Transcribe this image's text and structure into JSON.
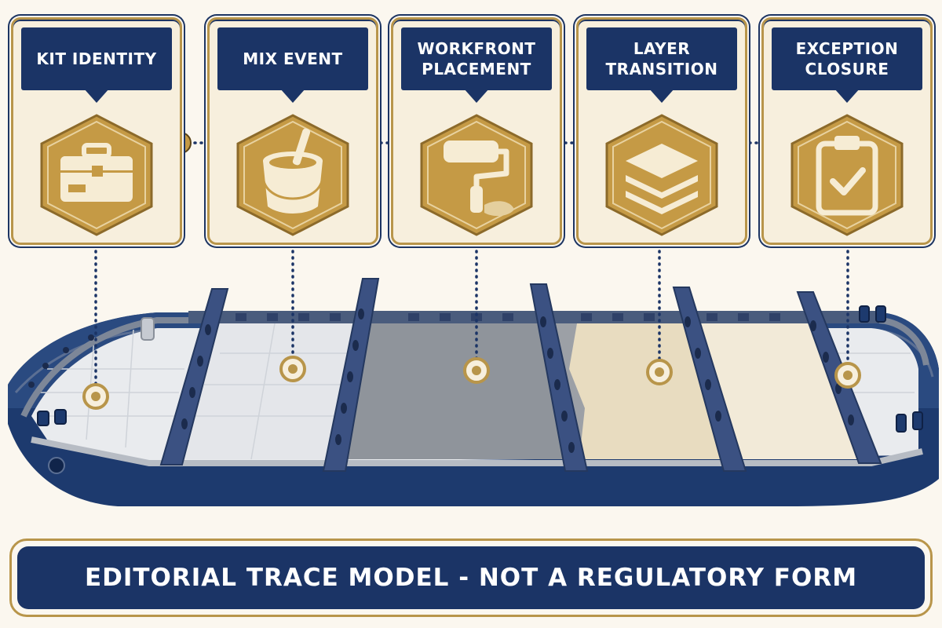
{
  "steps": [
    {
      "label": "KIT IDENTITY",
      "icon": "toolbox-icon"
    },
    {
      "label": "MIX EVENT",
      "icon": "paint-bucket-icon"
    },
    {
      "label": "WORKFRONT PLACEMENT",
      "icon": "paint-roller-icon"
    },
    {
      "label": "LAYER TRANSITION",
      "icon": "layers-icon"
    },
    {
      "label": "EXCEPTION CLOSURE",
      "icon": "clipboard-check-icon"
    }
  ],
  "footer": {
    "label": "EDITORIAL TRACE MODEL - NOT A REGULATORY FORM"
  },
  "colors": {
    "navy": "#1b3466",
    "gold": "#b8954a",
    "cream": "#f7efdd",
    "deck_grey": "#e9ebee",
    "deck_dark": "#8f949b",
    "deck_beige": "#e8dcc0",
    "deck_cream": "#f2ead8"
  }
}
